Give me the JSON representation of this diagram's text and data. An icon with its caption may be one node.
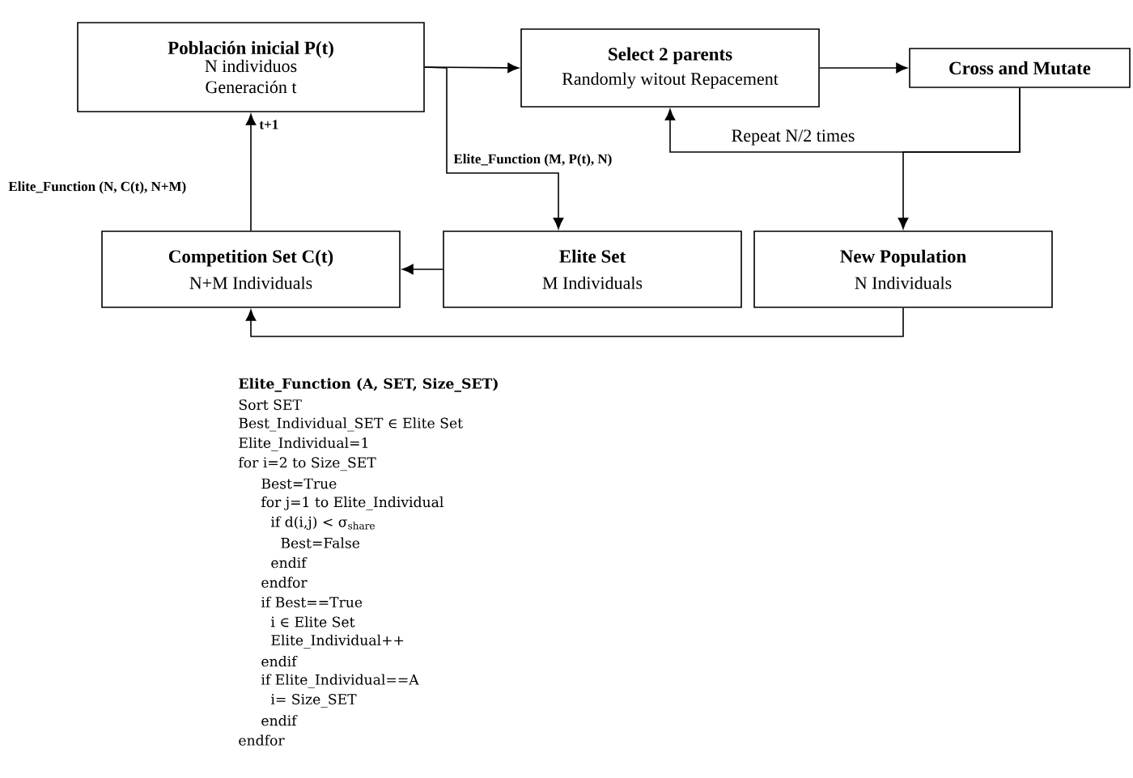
{
  "diagram": {
    "nodes": [
      {
        "text": [
          "Población inicial P(t)",
          "N individuos Generación t"
        ]
      },
      {
        "text": [
          "Select 2 parents",
          "Randomly witout Repacement"
        ]
      },
      {
        "text": [
          "Cross and Mutate"
        ]
      },
      {
        "text": [
          "Competition Set C(t)",
          "N+M Individuals"
        ]
      },
      {
        "text": [
          "Elite Set",
          "M Individuals"
        ]
      },
      {
        "text": [
          "New Population",
          "N Individuals"
        ]
      }
    ],
    "edges": [
      {
        "from": 0,
        "to": 1,
        "arrow": "to"
      },
      {
        "from": 1,
        "to": 2,
        "arrow": "to"
      },
      {
        "from": 2,
        "to": 1,
        "arrow": "to",
        "label": "Repeat N/2 times"
      },
      {
        "from": 2,
        "to": 5,
        "arrow": "to"
      },
      {
        "from": 0,
        "to": 4,
        "arrow": "to",
        "label": "Elite_Function (M, P(t), N)"
      },
      {
        "from": 4,
        "to": 3,
        "arrow": "to"
      },
      {
        "from": 5,
        "to": 3,
        "arrow": "to"
      },
      {
        "from": 3,
        "to": 0,
        "arrow": "to",
        "label": "t+1"
      }
    ],
    "labels": [
      "Elite_Function (N, C(t), N+M)",
      "Elite_Function (A, SET, Size_SET)",
      "Sort SET",
      "Best_Individual_SET ∈ Elite Set",
      "Elite_Individual=1",
      "for i=2 to Size_SET",
      "Best=True",
      "for j=1 to Elite_Individual",
      "if d(i,j) < σ$_{share}$",
      "Best=False",
      "endif",
      "endfor",
      "if Best==True",
      "i ∈ Elite Set",
      "Elite_Individual++",
      "endif",
      "if Elite_Individual==A",
      "i= Size_SET",
      "endif",
      "endfor"
    ]
  }
}
